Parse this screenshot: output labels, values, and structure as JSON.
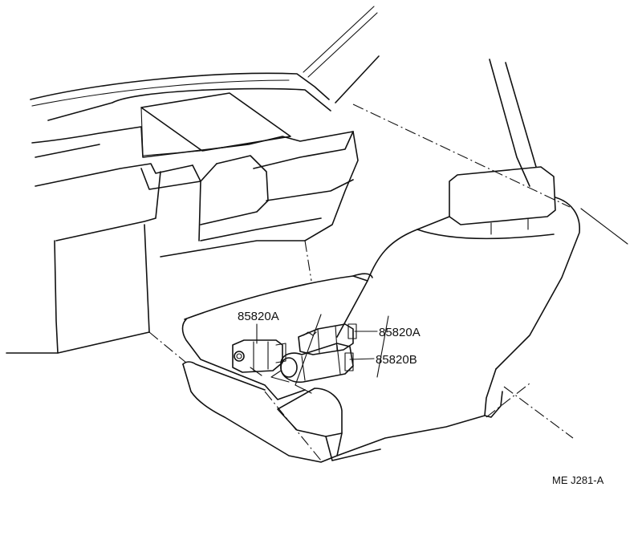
{
  "labels": {
    "part_upper_left": "85820A",
    "part_upper_right": "85820A",
    "part_lower_right": "85820B"
  },
  "figure_code": "ME J281-A"
}
